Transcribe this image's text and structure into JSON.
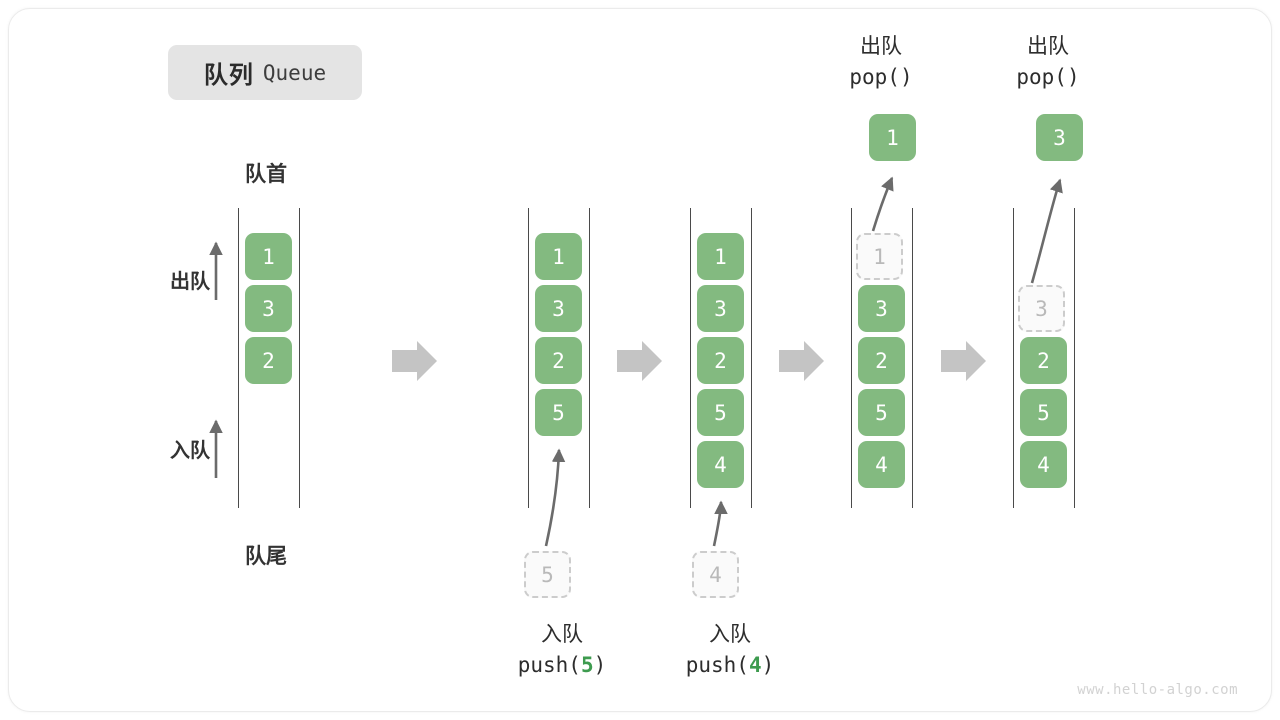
{
  "title": {
    "cn": "队列",
    "en": "Queue"
  },
  "labels": {
    "head": "队首",
    "tail": "队尾",
    "dequeue": "出队",
    "enqueue": "入队"
  },
  "watermark": "www.hello-algo.com",
  "colors": {
    "box_fill": "#83ba80",
    "box_text": "#ffffff",
    "ghost_fill": "#fafafa",
    "ghost_border": "#cccccc",
    "ghost_text": "#b9b9b9",
    "rail": "#4a4a4a",
    "arrow": "#6b6b6b",
    "step_arrow": "#c4c4c4",
    "badge_bg": "#e4e4e4",
    "code_num": "#3e9b4f",
    "watermark": "#d2d2d2"
  },
  "stages": [
    {
      "name": "initial",
      "items": [
        "1",
        "3",
        "2"
      ],
      "ghost": null,
      "caption": null,
      "popped": null
    },
    {
      "name": "push-5",
      "items": [
        "1",
        "3",
        "2",
        "5"
      ],
      "ghost": "5",
      "caption": {
        "cn": "入队",
        "code_prefix": "push(",
        "code_num": "5",
        "code_suffix": ")"
      },
      "popped": null
    },
    {
      "name": "push-4",
      "items": [
        "1",
        "3",
        "2",
        "5",
        "4"
      ],
      "ghost": "4",
      "caption": {
        "cn": "入队",
        "code_prefix": "push(",
        "code_num": "4",
        "code_suffix": ")"
      },
      "popped": null
    },
    {
      "name": "pop-1",
      "items": [
        "1",
        "3",
        "2",
        "5",
        "4"
      ],
      "ghost_index": 0,
      "caption": {
        "cn": "出队",
        "code_prefix": "pop(",
        "code_num": "",
        "code_suffix": ")"
      },
      "popped": "1"
    },
    {
      "name": "pop-3",
      "items": [
        "3",
        "2",
        "5",
        "4"
      ],
      "ghost_index": 0,
      "caption": {
        "cn": "出队",
        "code_prefix": "pop(",
        "code_num": "",
        "code_suffix": ")"
      },
      "popped": "3"
    }
  ]
}
